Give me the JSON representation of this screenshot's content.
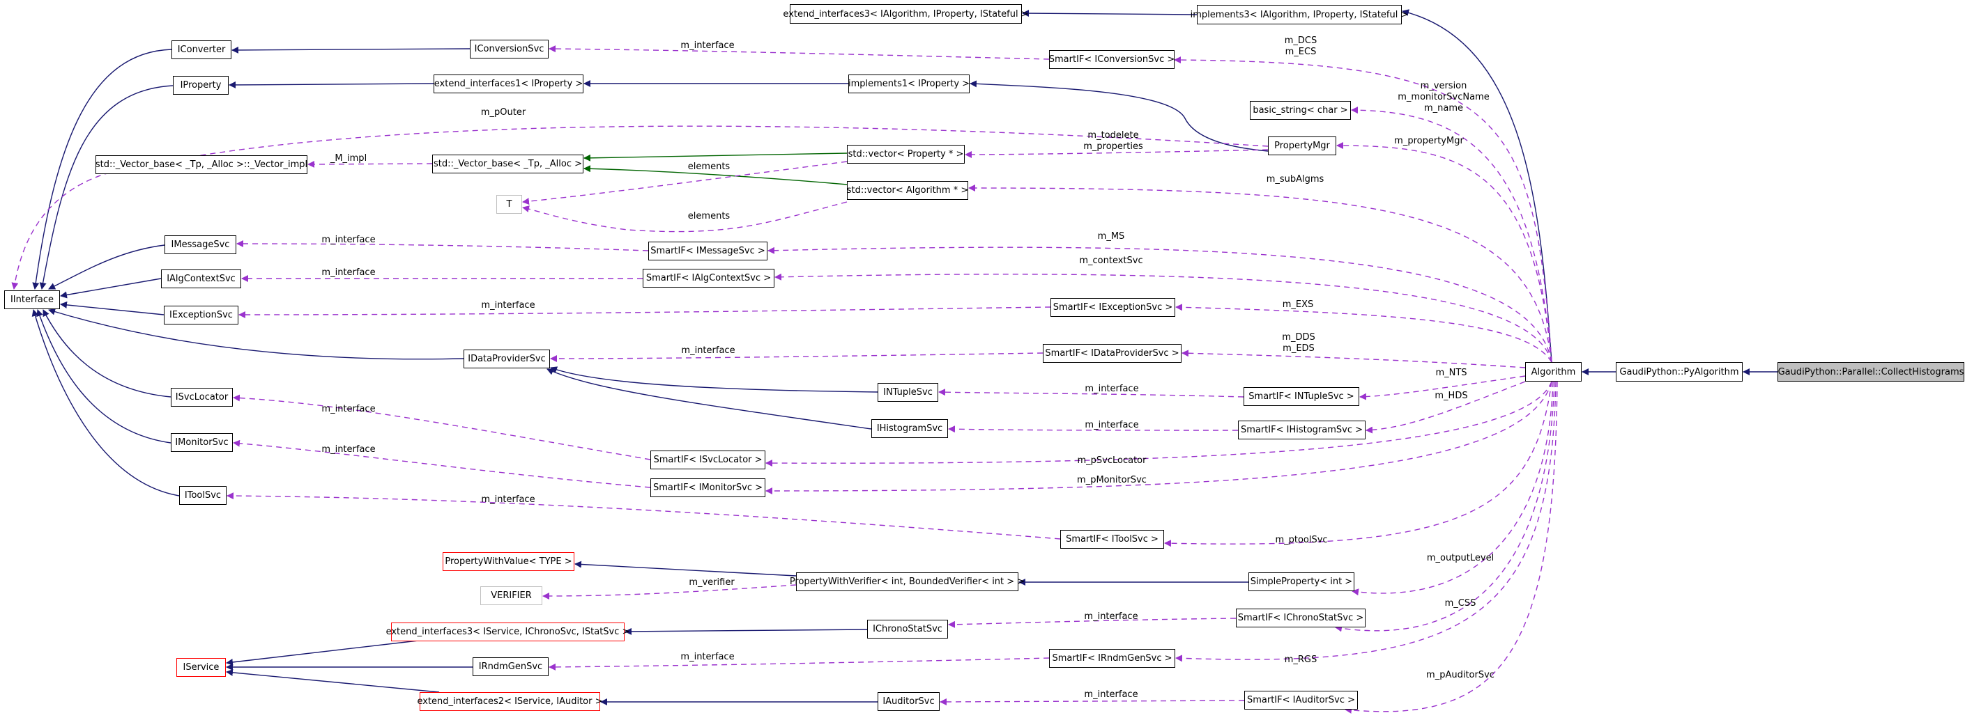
{
  "colors": {
    "inheritance": "#191970",
    "usage": "#9a32cd",
    "template": "#006400",
    "undocumented_border": "#ff0000",
    "template_param_border": "#bfbfbf",
    "focus_fill": "#bfbfbf"
  },
  "nodes": {
    "extend_interfaces3_alg": "extend_interfaces3< IAlgorithm, IProperty, IStateful >",
    "implements3": "implements3< IAlgorithm, IProperty, IStateful >",
    "iconverter": "IConverter",
    "iconversionsvc": "IConversionSvc",
    "smartif_iconversionsvc": "SmartIF< IConversionSvc >",
    "iproperty": "IProperty",
    "extend_interfaces1": "extend_interfaces1< IProperty >",
    "implements1": "implements1< IProperty >",
    "basic_string": "basic_string< char >",
    "propertymgr": "PropertyMgr",
    "vector_impl": "std::_Vector_base< _Tp, _Alloc >::_Vector_impl",
    "vector_base": "std::_Vector_base< _Tp, _Alloc >",
    "vector_property": "std::vector< Property * >",
    "vector_algorithm": "std::vector< Algorithm * >",
    "t_param": "T",
    "imessagesvc": "IMessageSvc",
    "smartif_imessagesvc": "SmartIF< IMessageSvc >",
    "ialgcontextsvc": "IAlgContextSvc",
    "smartif_ialgcontextsvc": "SmartIF< IAlgContextSvc >",
    "iinterface": "IInterface",
    "iexceptionsvc": "IExceptionSvc",
    "smartif_iexceptionsvc": "SmartIF< IExceptionSvc >",
    "idataprovidersvc": "IDataProviderSvc",
    "smartif_idataprovidersvc": "SmartIF< IDataProviderSvc >",
    "intuplesvc": "INTupleSvc",
    "smartif_intuplesvc": "SmartIF< INTupleSvc >",
    "ihistogramsvc": "IHistogramSvc",
    "smartif_ihistogramsvc": "SmartIF< IHistogramSvc >",
    "algorithm": "Algorithm",
    "pyalgorithm": "GaudiPython::PyAlgorithm",
    "collecthistograms": "GaudiPython::Parallel::CollectHistograms",
    "isvclocator": "ISvcLocator",
    "smartif_isvclocator": "SmartIF< ISvcLocator >",
    "imonitorsvc": "IMonitorSvc",
    "smartif_imonitorsvc": "SmartIF< IMonitorSvc >",
    "itoolsvc": "IToolSvc",
    "smartif_itoolsvc": "SmartIF< IToolSvc >",
    "propertywithvalue": "PropertyWithValue< TYPE >",
    "verifier": "VERIFIER",
    "propertywithverifier": "PropertyWithVerifier< int, BoundedVerifier< int > >",
    "simpleproperty": "SimpleProperty< int >",
    "extend_interfaces3_svc": "extend_interfaces3< IService, IChronoSvc, IStatSvc >",
    "ichronostatsvc": "IChronoStatSvc",
    "smartif_ichronostatsvc": "SmartIF< IChronoStatSvc >",
    "iservice": "IService",
    "irndmgensvc": "IRndmGenSvc",
    "smartif_irndmgensvc": "SmartIF< IRndmGenSvc >",
    "extend_interfaces2": "extend_interfaces2< IService, IAuditor >",
    "iauditorsvc": "IAuditorSvc",
    "smartif_iauditorsvc": "SmartIF< IAuditorSvc >"
  },
  "labels": {
    "conv_interface": "m_interface",
    "dcs_ecs": "m_DCS\nm_ECS",
    "pouter": "m_pOuter",
    "version_names": "m_version\nm_monitorSvcName\nm_name",
    "m_impl": "_M_impl",
    "todelete_properties": "m_todelete\nm_properties",
    "propertymgr": "m_propertyMgr",
    "elements_1": "elements",
    "elements_2": "elements",
    "subalgms": "m_subAlgms",
    "msg_interface": "m_interface",
    "ms": "m_MS",
    "ctx_interface": "m_interface",
    "contextsvc": "m_contextSvc",
    "exc_interface": "m_interface",
    "exs": "m_EXS",
    "dp_interface": "m_interface",
    "dds_eds": "m_DDS\nm_EDS",
    "nts": "m_NTS",
    "nt_interface": "m_interface",
    "hds": "m_HDS",
    "hist_interface": "m_interface",
    "sl_interface": "m_interface",
    "psvclocator": "m_pSvcLocator",
    "mon_interface": "m_interface",
    "pmonitorsvc": "m_pMonitorSvc",
    "tool_interface": "m_interface",
    "ptoolsvc": "m_ptoolSvc",
    "outputlevel": "m_outputLevel",
    "verifier": "m_verifier",
    "chrono_interface": "m_interface",
    "css": "m_CSS",
    "rndm_interface": "m_interface",
    "rgs": "m_RGS",
    "aud_interface": "m_interface",
    "pauditorsvc": "m_pAuditorSvc"
  }
}
